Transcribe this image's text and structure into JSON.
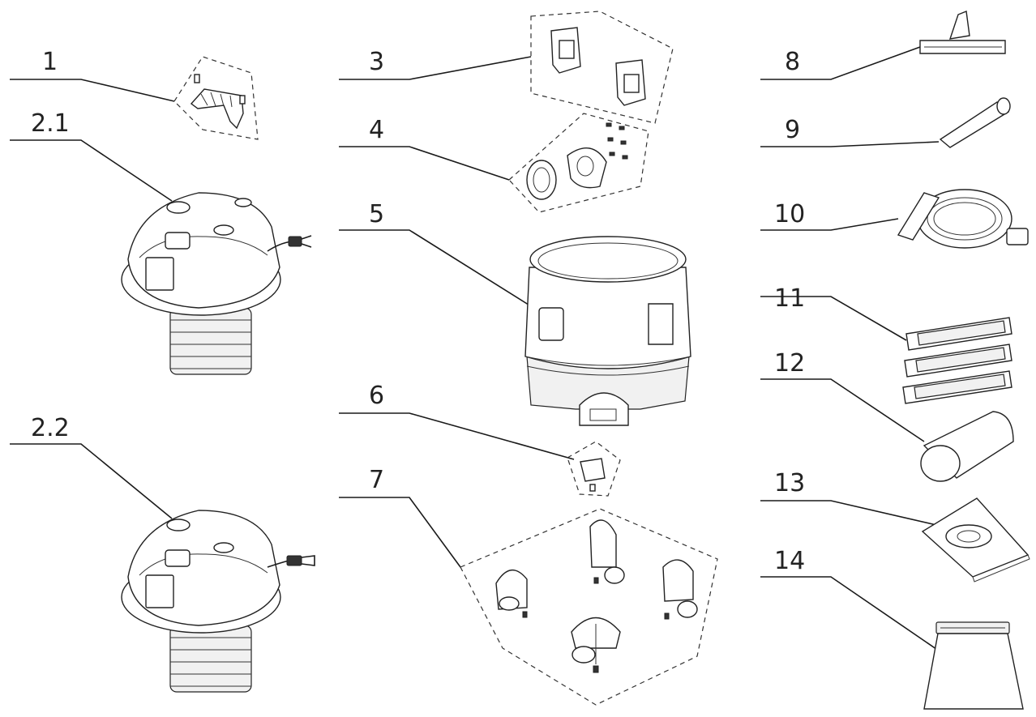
{
  "labels": {
    "p1": "1",
    "p2_1": "2.1",
    "p2_2": "2.2",
    "p3": "3",
    "p4": "4",
    "p5": "5",
    "p6": "6",
    "p7": "7",
    "p8": "8",
    "p9": "9",
    "p10": "10",
    "p11": "11",
    "p12": "12",
    "p13": "13",
    "p14": "14"
  },
  "colors": {
    "line": "#1a1a1a",
    "part_fill": "#ffffff",
    "shade": "#f1f1f1"
  }
}
